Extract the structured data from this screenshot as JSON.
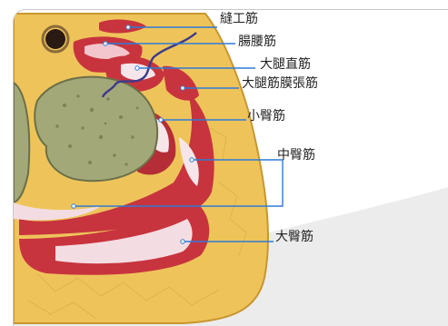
{
  "figure": {
    "subject": "Cross-section of the thigh (hip region)",
    "labels": [
      {
        "id": "sartorius",
        "text": "縫工筋"
      },
      {
        "id": "iliopsoas",
        "text": "腸腰筋"
      },
      {
        "id": "rectus-femoris",
        "text": "大腿直筋"
      },
      {
        "id": "tensor-fasciae-latae",
        "text": "大腿筋膜張筋"
      },
      {
        "id": "gluteus-minimus",
        "text": "小臀筋"
      },
      {
        "id": "gluteus-medius",
        "text": "中臀筋"
      },
      {
        "id": "gluteus-maximus",
        "text": "大臀筋"
      }
    ],
    "colors": {
      "leader_line": "#2e7bd6",
      "nerve": "#3a3a8c",
      "fat": "#eec45a",
      "muscle": "#c8343e",
      "bone": "#a3a878",
      "tendon": "#f6e6ea"
    }
  }
}
